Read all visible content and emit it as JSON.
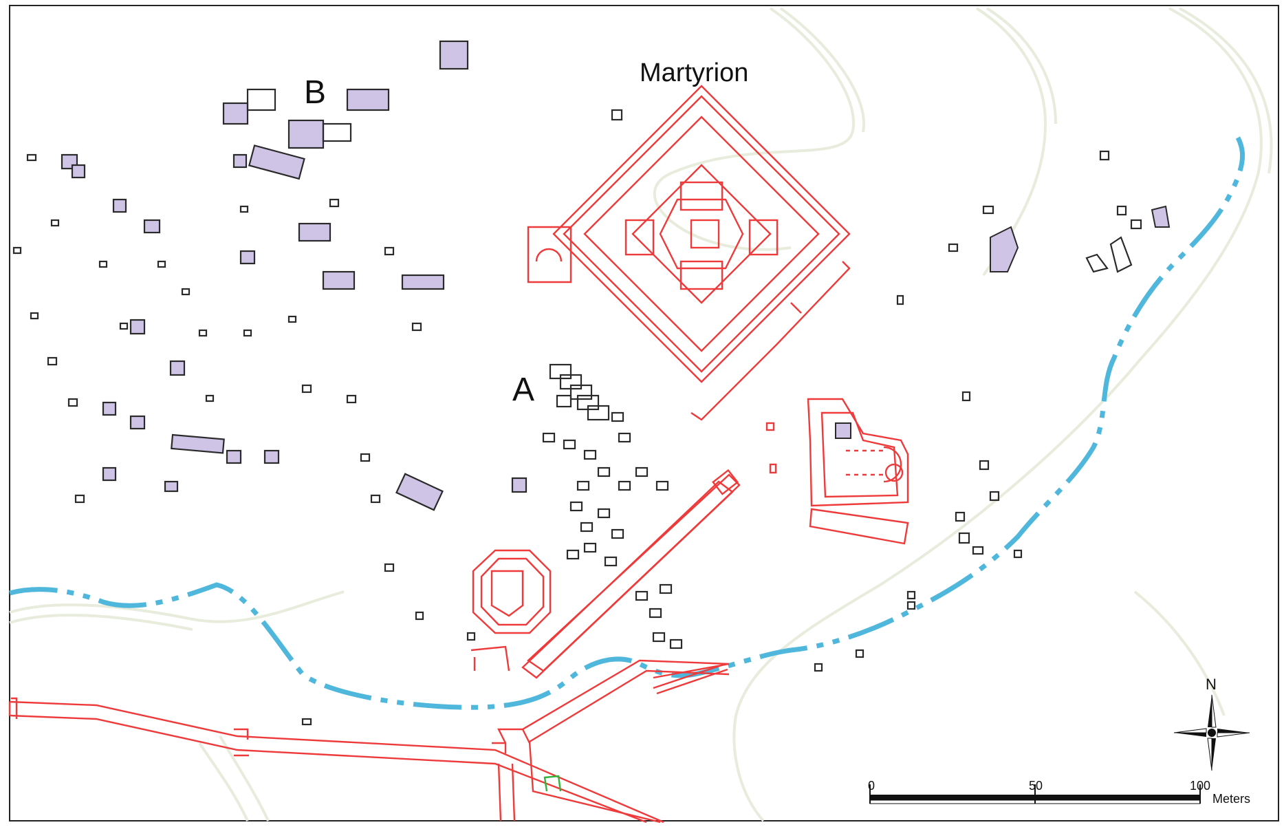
{
  "labels": {
    "martyrion": "Martyrion",
    "a": "A",
    "b": "B"
  },
  "compass": {
    "north": "N"
  },
  "scale_bar": {
    "tick_0": "0",
    "tick_50": "50",
    "tick_100": "100",
    "unit": "Meters"
  },
  "colors": {
    "monument_outline": "#ee3a3a",
    "building_fill": "#cfc3e6",
    "building_outline": "#2a2a2a",
    "watercourse": "#4fb6dc",
    "contour": "#e7ecdc",
    "small_structure": "#2fb43a"
  }
}
